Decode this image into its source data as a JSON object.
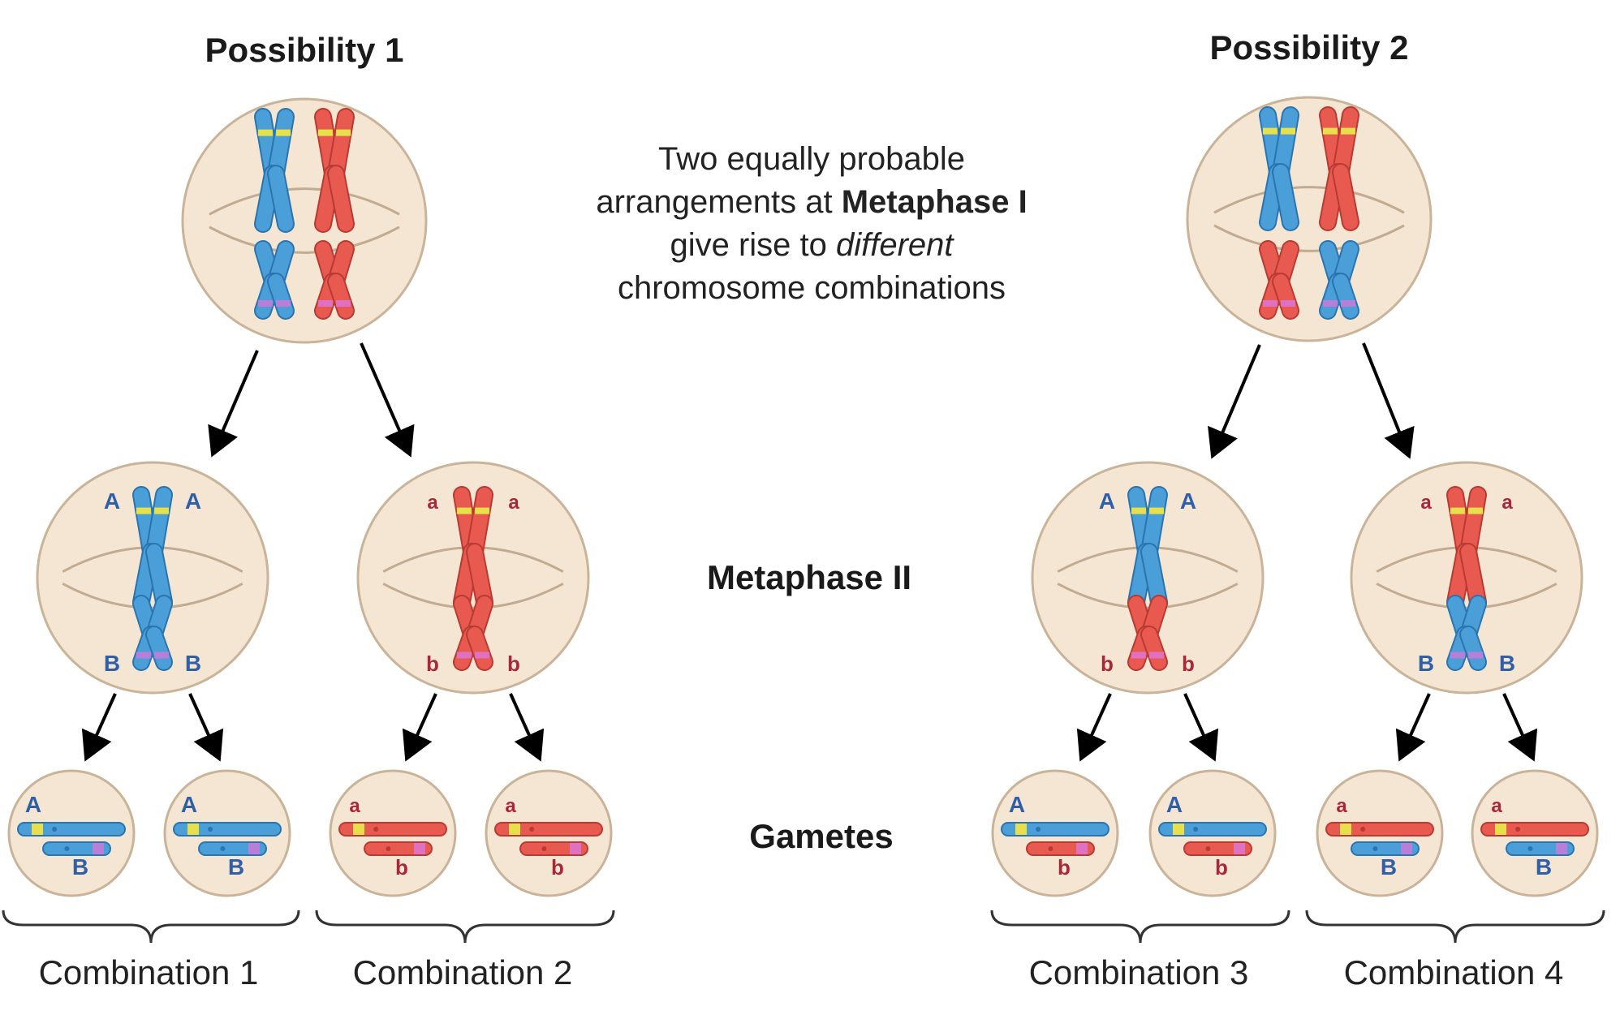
{
  "headings": {
    "possibility_1": "Possibility 1",
    "possibility_2": "Possibility 2"
  },
  "description": {
    "line1": "Two equally probable",
    "line2_pre": "arrangements at ",
    "line2_bold": "Metaphase I",
    "line3_pre": "give rise to ",
    "line3_italic": "different",
    "line4": "chromosome combinations"
  },
  "stages": {
    "metaphase_2": "Metaphase II",
    "gametes": "Gametes"
  },
  "combinations": [
    "Combination 1",
    "Combination 2",
    "Combination 3",
    "Combination 4"
  ],
  "alleles": {
    "dominant_a": "A",
    "recessive_a": "a",
    "dominant_b": "B",
    "recessive_b": "b"
  },
  "colors": {
    "blue_chromosome": "#4a9fd8",
    "red_chromosome": "#e85a4f",
    "cell_fill": "#f5e6d3",
    "cell_stroke": "#c9b49a",
    "gene_a_marker": "#e8e04a",
    "gene_b_marker": "#b87fd8",
    "gene_b_marker_red": "#e070c0",
    "blue_label": "#2e5fa8",
    "red_label": "#a82838"
  }
}
